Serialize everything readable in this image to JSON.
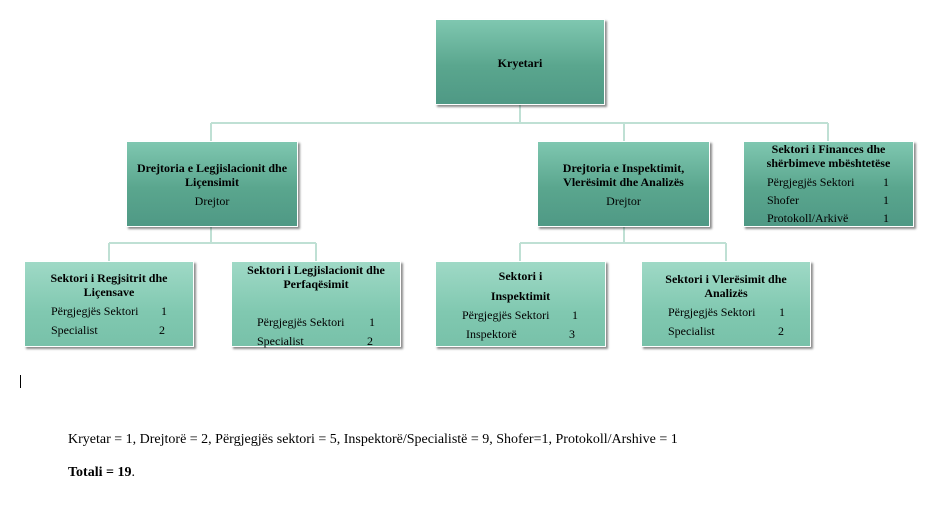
{
  "nodes": {
    "root": {
      "title": "Kryetari"
    },
    "dir_leg": {
      "title_line1": "Drejtoria e Legjislacionit dhe",
      "title_line2": "Liçensimit",
      "subtitle": "Drejtor"
    },
    "dir_insp": {
      "title_line1": "Drejtoria e Inspektimit,",
      "title_line2": "Vlerësimit dhe Analizës",
      "subtitle": "Drejtor"
    },
    "fin": {
      "title_line1": "Sektori i Finances dhe",
      "title_line2": "shërbimeve mbështetëse",
      "rows": [
        {
          "label": "Përgjegjës Sektori",
          "count": "1"
        },
        {
          "label": "Shofer",
          "count": "1"
        },
        {
          "label": "Protokoll/Arkivë",
          "count": "1"
        }
      ]
    },
    "reg": {
      "title_line1": "Sektori i Regjsitrit dhe",
      "title_line2": "Liçensave",
      "rows": [
        {
          "label": "Përgjegjës Sektori",
          "count": "1"
        },
        {
          "label": "Specialist",
          "count": "2"
        }
      ]
    },
    "legj": {
      "title_line1": "Sektori i Legjislacionit dhe",
      "title_line2": "Perfaqësimit",
      "rows": [
        {
          "label": "Përgjegjës Sektori",
          "count": "1"
        },
        {
          "label": "Specialist",
          "count": "2"
        }
      ]
    },
    "insp": {
      "title_line1": "Sektori i",
      "title_line2": "Inspektimit",
      "rows": [
        {
          "label": "Përgjegjës Sektori",
          "count": "1"
        },
        {
          "label": "Inspektorë",
          "count": "3"
        }
      ]
    },
    "vler": {
      "title_line1": "Sektori i Vlerësimit dhe",
      "title_line2": "Analizës",
      "rows": [
        {
          "label": "Përgjegjës Sektori",
          "count": "1"
        },
        {
          "label": "Specialist",
          "count": "2"
        }
      ]
    }
  },
  "summary": {
    "counts": "Kryetar = 1, Drejtorë = 2, Përgjegjës sektori = 5, Inspektorë/Specialistë = 9, Shofer=1, Protokoll/Arshive = 1",
    "total_label": "Totali = 19",
    "total_suffix": "."
  },
  "colors": {
    "node_dark": "#5aa68e",
    "node_light": "#80c8b0",
    "connector": "#bfe0d4"
  }
}
